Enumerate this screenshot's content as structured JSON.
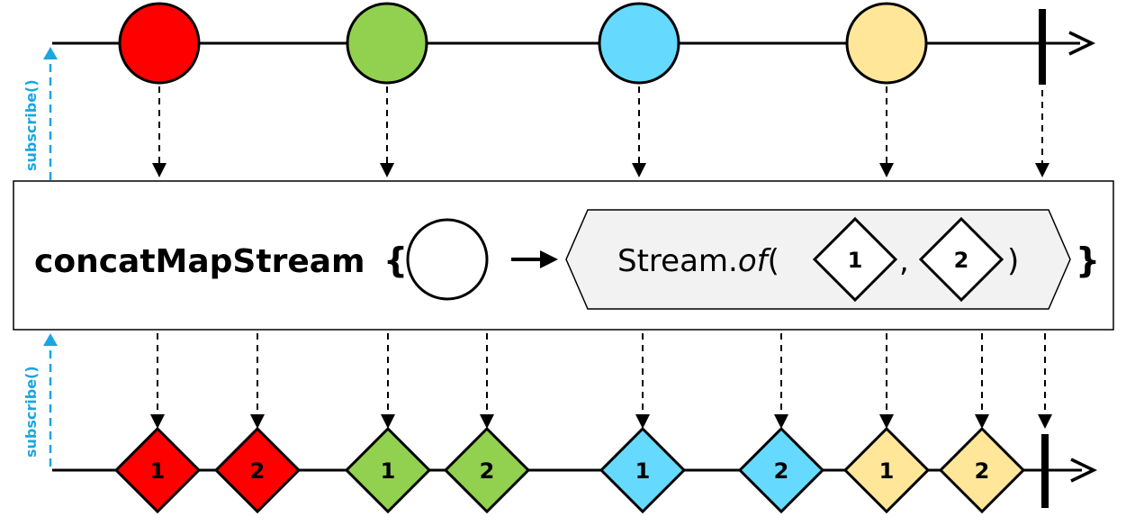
{
  "subscribe_label": "subscribe()",
  "operator": {
    "name": "concatMapStream",
    "open_brace": "{",
    "close_brace": "}",
    "stream_prefix": "Stream.",
    "stream_method": "of",
    "paren_open": "(",
    "comma": ",",
    "paren_close": ")",
    "inner_items": [
      "1",
      "2"
    ]
  },
  "colors": {
    "red": "#ff0000",
    "green": "#92d050",
    "blue": "#66d9ff",
    "yellow": "#ffe699",
    "subscribe": "#1aa6e0",
    "stream_fill": "#f2f2f2"
  },
  "source": [
    {
      "color": "#ff0000"
    },
    {
      "color": "#92d050"
    },
    {
      "color": "#66d9ff"
    },
    {
      "color": "#ffe699"
    }
  ],
  "output": [
    {
      "label": "1",
      "color": "#ff0000"
    },
    {
      "label": "2",
      "color": "#ff0000"
    },
    {
      "label": "1",
      "color": "#92d050"
    },
    {
      "label": "2",
      "color": "#92d050"
    },
    {
      "label": "1",
      "color": "#66d9ff"
    },
    {
      "label": "2",
      "color": "#66d9ff"
    },
    {
      "label": "1",
      "color": "#ffe699"
    },
    {
      "label": "2",
      "color": "#ffe699"
    }
  ]
}
